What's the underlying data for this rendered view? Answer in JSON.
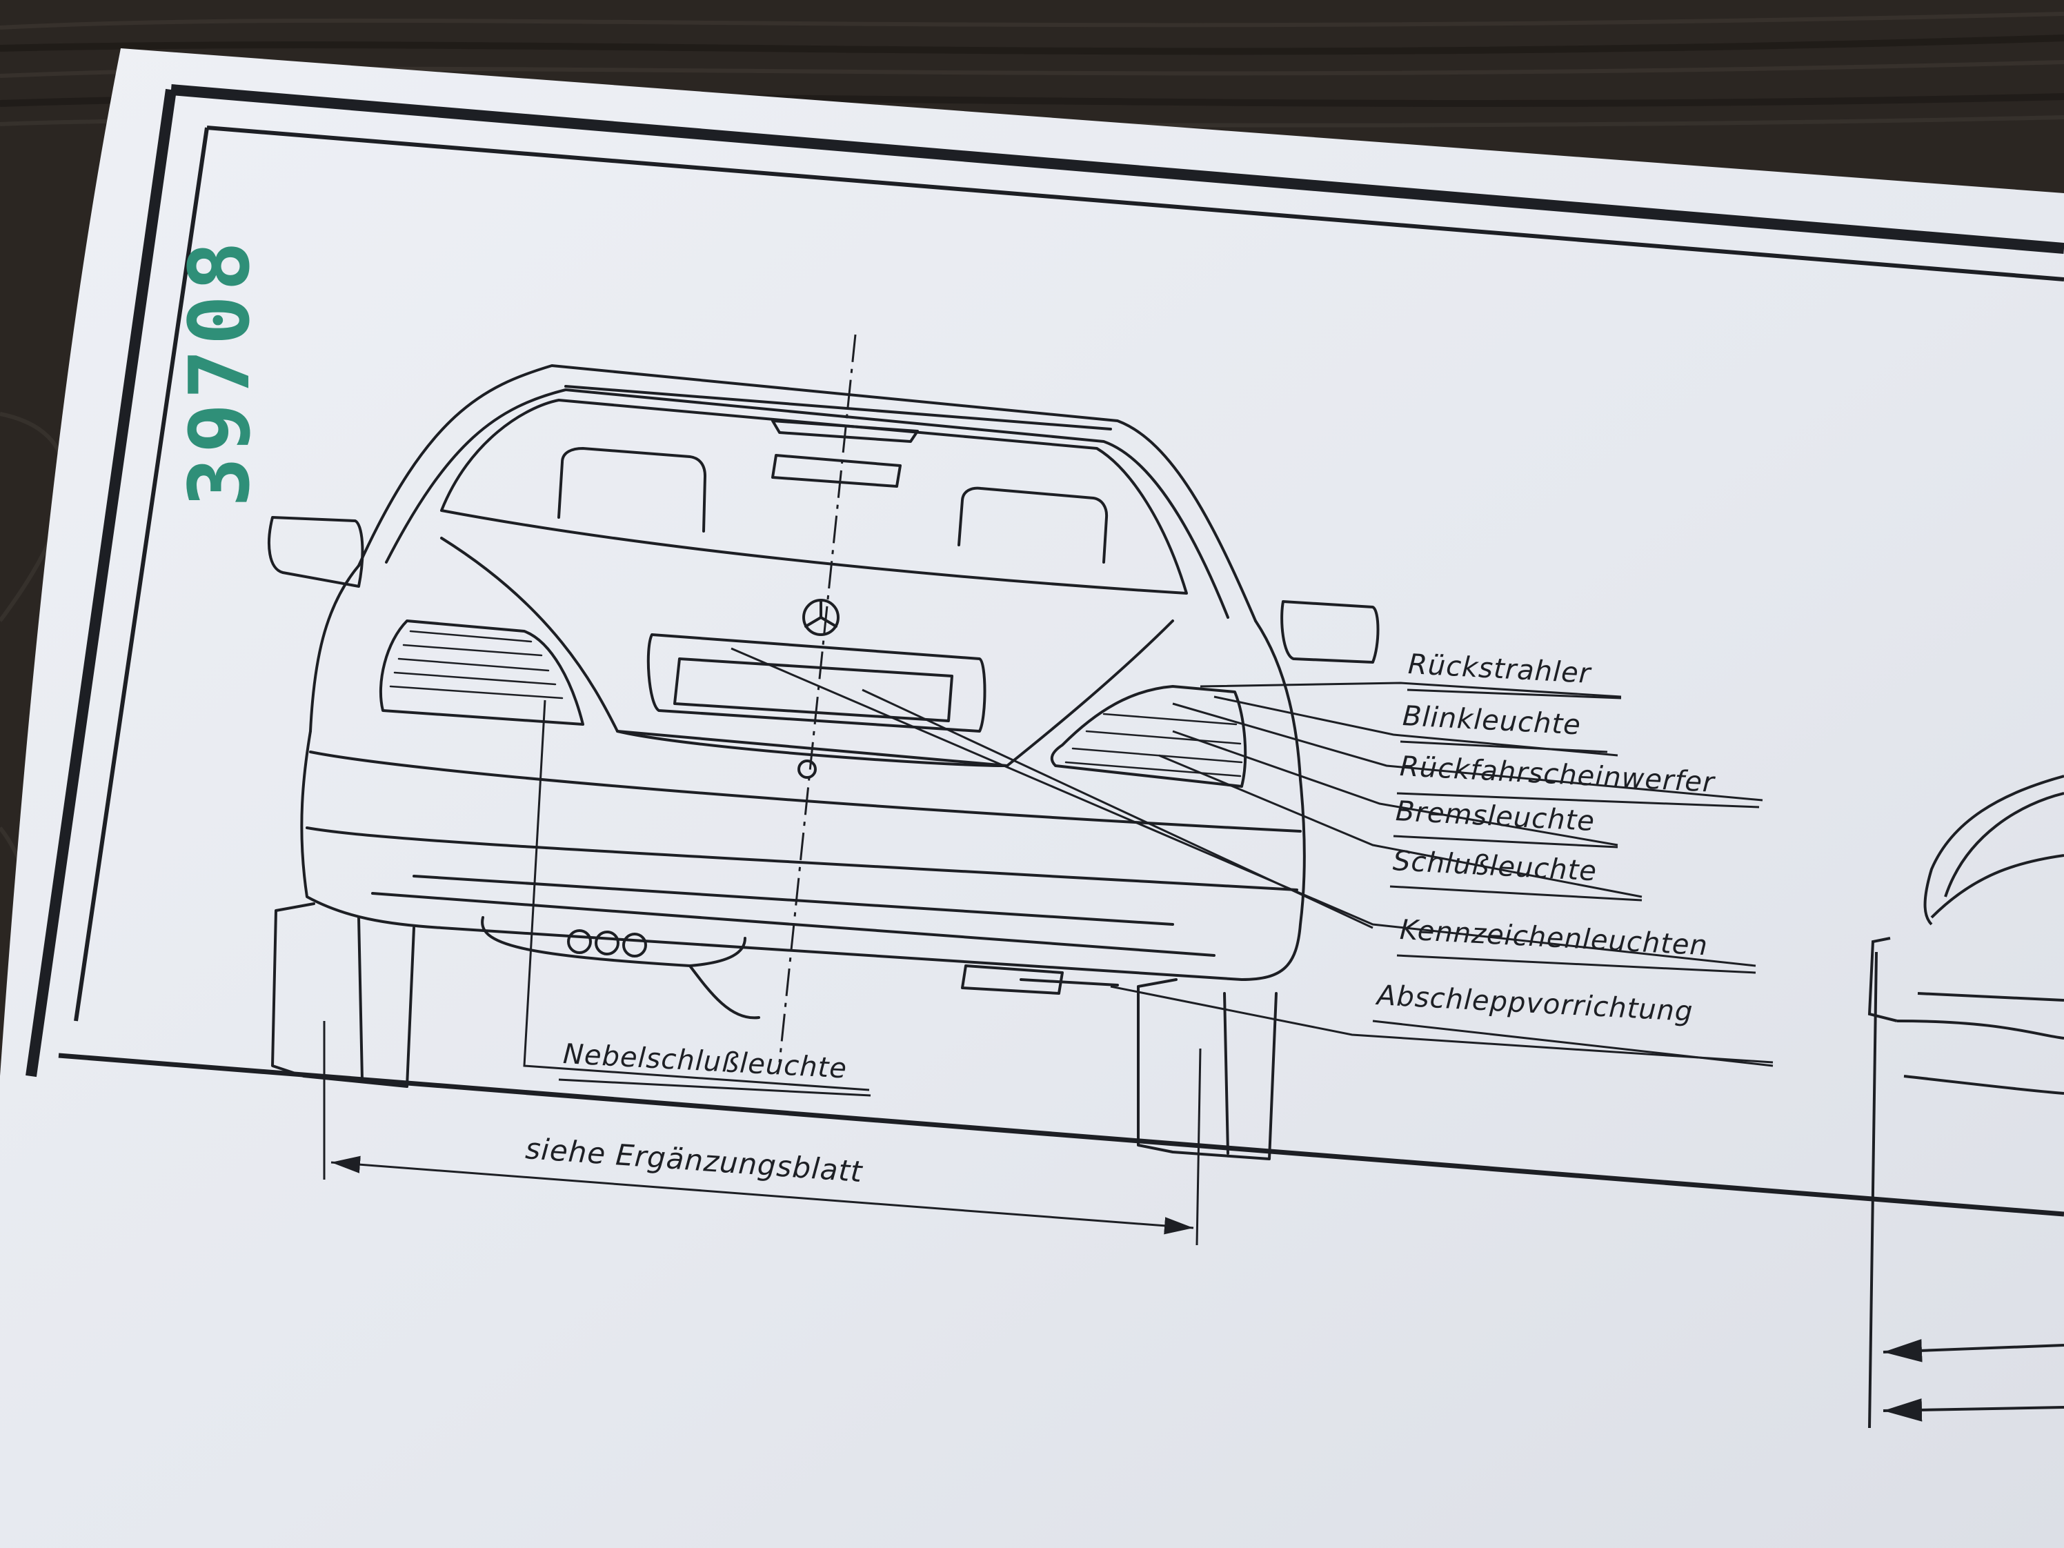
{
  "document": {
    "stamp_number": "39708",
    "labels": {
      "rueckstrahler": "Rückstrahler",
      "blinkleuchte": "Blinkleuchte",
      "rueckfahrscheinwerfer": "Rückfahrscheinwerfer",
      "bremsleuchte": "Bremsleuchte",
      "schlussleuchte": "Schlußleuchte",
      "kennzeichenleuchten": "Kennzeichenleuchten",
      "abschleppvorrichtung": "Abschleppvorrichtung",
      "nebelschlussleuchte": "Nebelschlußleuchte",
      "dimension_note": "siehe Ergänzungsblatt"
    }
  },
  "colors": {
    "paper": "#e9ebf1",
    "ink": "#1d1f24",
    "stamp": "#2f8f78",
    "background_wood": "#2a2521"
  }
}
